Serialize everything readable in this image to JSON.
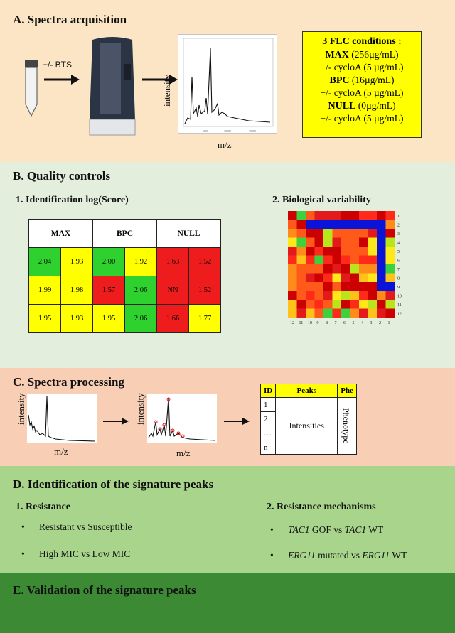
{
  "panelA": {
    "title": "A. Spectra acquisition",
    "bts_label": "+/- BTS",
    "ylabel": "intensity",
    "xlabel": "m/z",
    "flc": {
      "header": "3 FLC conditions :",
      "max_name": "MAX",
      "max_conc": "(256µg/mL)",
      "cyclo1": "+/- cycloA (5 µg/mL)",
      "bpc_name": "BPC",
      "bpc_conc": "(16µg/mL)",
      "cyclo2": "+/- cycloA (5 µg/mL)",
      "null_name": "NULL",
      "null_conc": "(0µg/mL)",
      "cyclo3": "+/- cycloA (5 µg/mL)"
    }
  },
  "panelB": {
    "title": "B. Quality controls",
    "sub1": "1. Identification log(Score)",
    "sub2": "2. Biological variability",
    "headers": [
      "MAX",
      "BPC",
      "NULL"
    ],
    "rows": [
      [
        {
          "v": "2.04",
          "c": "g"
        },
        {
          "v": "1.93",
          "c": "y"
        },
        {
          "v": "2.00",
          "c": "g"
        },
        {
          "v": "1.92",
          "c": "y"
        },
        {
          "v": "1.63",
          "c": "r"
        },
        {
          "v": "1.52",
          "c": "r"
        }
      ],
      [
        {
          "v": "1.99",
          "c": "y"
        },
        {
          "v": "1.98",
          "c": "y"
        },
        {
          "v": "1.57",
          "c": "r"
        },
        {
          "v": "2.06",
          "c": "g"
        },
        {
          "v": "NN",
          "c": "r"
        },
        {
          "v": "1.52",
          "c": "r"
        }
      ],
      [
        {
          "v": "1.95",
          "c": "y"
        },
        {
          "v": "1.93",
          "c": "y"
        },
        {
          "v": "1.95",
          "c": "y"
        },
        {
          "v": "2.06",
          "c": "g"
        },
        {
          "v": "1.66",
          "c": "r"
        },
        {
          "v": "1.77",
          "c": "y"
        }
      ]
    ],
    "heatmap_axis": [
      "12",
      "11",
      "10",
      "9",
      "8",
      "7",
      "6",
      "5",
      "4",
      "3",
      "2",
      "1"
    ],
    "heatmap_row_labels": [
      "1",
      "2",
      "3",
      "4",
      "5",
      "6",
      "7",
      "8",
      "9",
      "10",
      "11",
      "12"
    ]
  },
  "panelC": {
    "title": "C. Spectra processing",
    "ylabel1": "intensity",
    "xlabel1": "m/z",
    "ylabel2": "intensity",
    "xlabel2": "m/z",
    "table": {
      "headers": [
        "ID",
        "Peaks",
        "Phe"
      ],
      "ids": [
        "1",
        "2",
        "…",
        "n"
      ],
      "body": "Intensities",
      "phe": "Phenotype"
    }
  },
  "panelD": {
    "title": "D. Identification of the signature peaks",
    "sub1": "1. Resistance",
    "sub2": "2. Resistance mechanisms",
    "left": [
      "Resistant vs Susceptible",
      "High MIC vs Low MIC"
    ],
    "right1": {
      "a": "TAC1",
      "b": " GOF vs ",
      "c": "TAC1",
      "d": " WT"
    },
    "right2": {
      "a": "ERG11",
      "b": " mutated vs ",
      "c": "ERG11",
      "d": " WT"
    }
  },
  "panelE": {
    "title": "E. Validation of the signature peaks"
  },
  "colors": {
    "green": "#2ed12e",
    "yellow": "#ffff00",
    "red": "#ee1c1c",
    "blue": "#0a14d8"
  }
}
